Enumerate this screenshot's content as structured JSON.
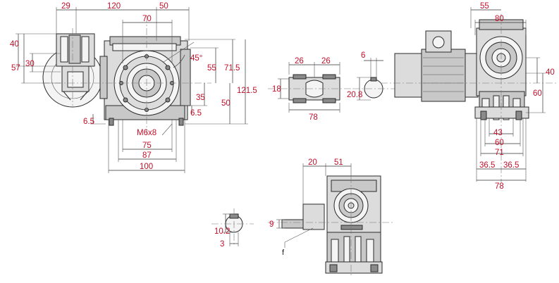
{
  "front_view": {
    "dims": {
      "top_left": "29",
      "top_middle": "120",
      "top_bore": "70",
      "top_right": "50",
      "left_outer": "40",
      "left_tall": "57",
      "left_inner": "30",
      "right_upper": "55",
      "right_71": "71.5",
      "right_total": "121.5",
      "right_lower": "50",
      "right_35": "35",
      "right_65": "6.5",
      "left_65": "6.5",
      "angle": "45°",
      "thread": "M6x8",
      "bottom_75": "75",
      "bottom_87": "87",
      "bottom_100": "100"
    }
  },
  "shaft_view": {
    "dims": {
      "left_26": "26",
      "right_26": "26",
      "dia_18": "18",
      "width_78": "78",
      "key_6": "6",
      "height_208": "20.8"
    }
  },
  "side_view": {
    "dims": {
      "top_55": "55",
      "top_80": "80",
      "right_40": "40",
      "right_60": "60",
      "b_43": "43",
      "b_60": "60",
      "b_71": "71",
      "b_365_left": "36.5",
      "b_365_right": "36.5",
      "b_78": "78"
    }
  },
  "bottom_view": {
    "dims": {
      "top_20": "20",
      "top_51": "51",
      "key_102": "10.2",
      "key_3": "3",
      "shaft_9": "9",
      "flange_f": "f"
    }
  }
}
